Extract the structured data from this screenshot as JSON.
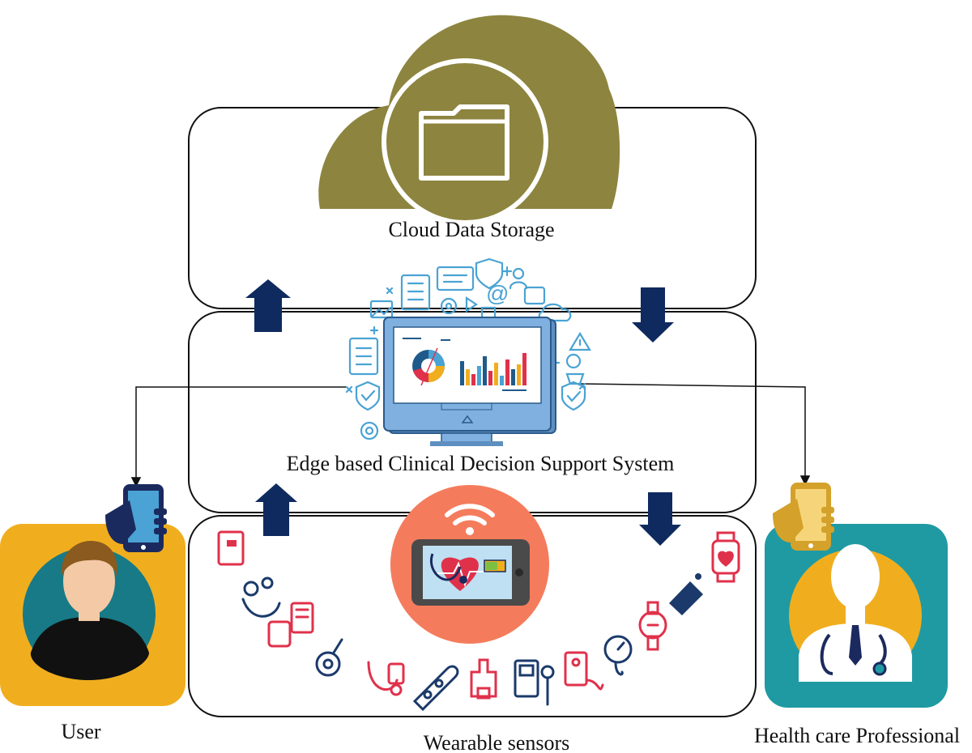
{
  "diagram": {
    "labels": {
      "cloud": "Cloud Data Storage",
      "edge": "Edge based Clinical Decision Support System",
      "sensors": "Wearable sensors",
      "user": "User",
      "professional": "Health care Professional"
    },
    "colors": {
      "cloud": "#8d843f",
      "arrow": "#0f2a5e",
      "monitor_blue": "#7fb0e0",
      "icon_blue": "#4aa3d4",
      "sensor_red": "#e0314b",
      "sensor_navy": "#1b3a6b",
      "user_bg": "#f0ae1f",
      "user_circle": "#177a86",
      "pro_bg": "#1f9aa2",
      "pro_circle": "#f0ae1f",
      "hub_orange": "#f47c5c",
      "phone_gold": "#d4a12a",
      "phone_navy": "#1b2a5e"
    },
    "icons": {
      "cloud": "cloud-folder-icon",
      "monitor": "analytics-monitor-icon",
      "hub": "wireless-heart-tablet-icon",
      "user_phone": "smartphone-hand-icon",
      "pro_phone": "smartphone-hand-icon",
      "user_avatar": "user-avatar-icon",
      "doctor_avatar": "doctor-stethoscope-icon"
    }
  }
}
